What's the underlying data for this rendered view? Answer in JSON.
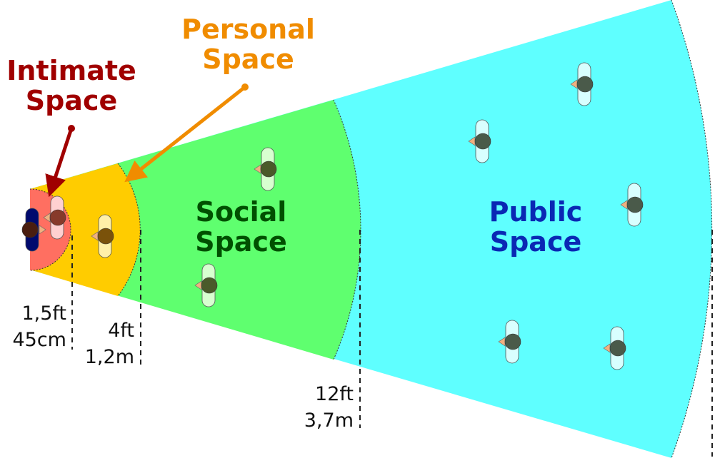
{
  "zones": {
    "intimate": {
      "label_line1": "Intimate",
      "label_line2": "Space",
      "distance_ft": "1,5ft",
      "distance_m": "45cm",
      "color": "#ff6f61",
      "label_color": "#a00000"
    },
    "personal": {
      "label_line1": "Personal",
      "label_line2": "Space",
      "distance_ft": "4ft",
      "distance_m": "1,2m",
      "color": "#ffcc00",
      "label_color": "#f08c00"
    },
    "social": {
      "label_line1": "Social",
      "label_line2": "Space",
      "distance_ft": "12ft",
      "distance_m": "3,7m",
      "color": "#5fff6f",
      "label_color": "#005000"
    },
    "public": {
      "label_line1": "Public",
      "label_line2": "Space",
      "color": "#5fffff",
      "label_color": "#0a28b4"
    }
  }
}
